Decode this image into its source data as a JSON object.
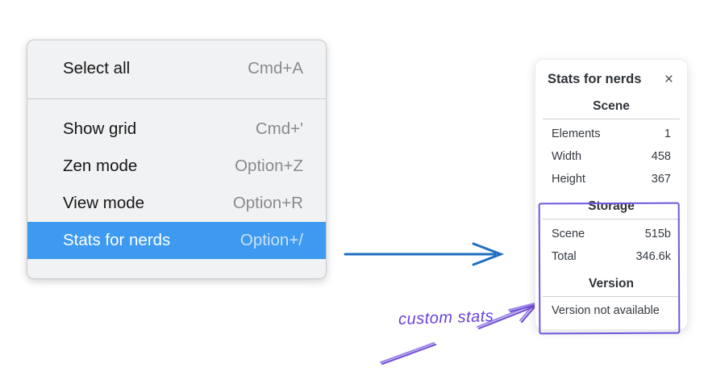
{
  "menu": {
    "items": [
      {
        "label": "Select all",
        "shortcut": "Cmd+A",
        "highlighted": false
      },
      {
        "label": "Show grid",
        "shortcut": "Cmd+'",
        "highlighted": false
      },
      {
        "label": "Zen mode",
        "shortcut": "Option+Z",
        "highlighted": false
      },
      {
        "label": "View mode",
        "shortcut": "Option+R",
        "highlighted": false
      },
      {
        "label": "Stats for nerds",
        "shortcut": "Option+/",
        "highlighted": true
      }
    ]
  },
  "stats_panel": {
    "title": "Stats for nerds",
    "close_icon": "×",
    "sections": [
      {
        "heading": "Scene",
        "rows": [
          {
            "label": "Elements",
            "value": "1"
          },
          {
            "label": "Width",
            "value": "458"
          },
          {
            "label": "Height",
            "value": "367"
          }
        ]
      },
      {
        "heading": "Storage",
        "rows": [
          {
            "label": "Scene",
            "value": "515b"
          },
          {
            "label": "Total",
            "value": "346.6k"
          }
        ]
      },
      {
        "heading": "Version",
        "note": "Version not available"
      }
    ]
  },
  "annotation": {
    "label": "custom stats"
  },
  "colors": {
    "menu_highlight": "#3d9af0",
    "flow_arrow": "#1d6fc1",
    "annotation_purple": "#6741d9",
    "annotation_stroke": "#7451d6"
  }
}
